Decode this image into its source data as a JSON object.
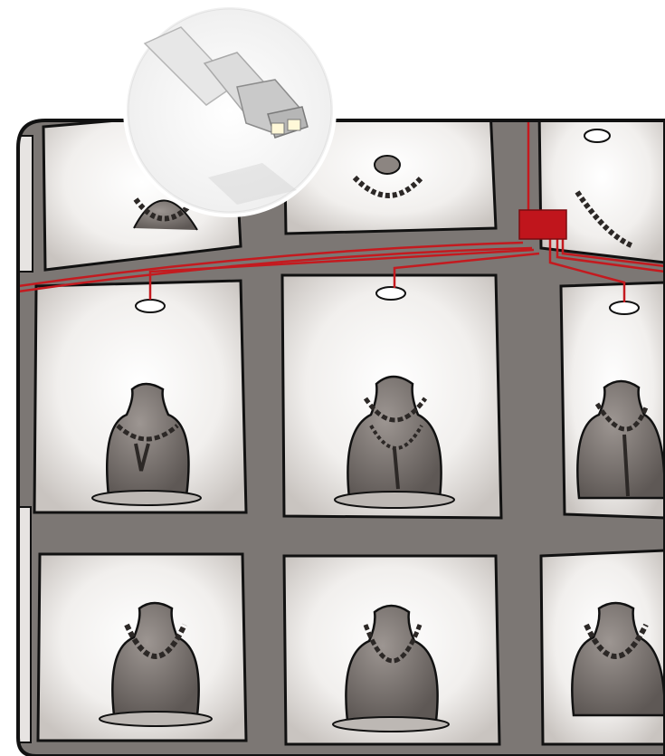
{
  "illustration": {
    "subject": "jewelry-display-niches-with-recessed-spotlights",
    "inset_subject": "led-spot-fixture-closeup",
    "niche_rows": 3,
    "colors": {
      "frame": "#7c7774",
      "frame_dark": "#4c4846",
      "niche_wall": "#f2f0ee",
      "niche_shadow": "#b9b4b0",
      "bust": "#8c8581",
      "bust_dark": "#4a4543",
      "necklace": "#2c2826",
      "wiring": "#c41a1f",
      "driver_box": "#c0151c",
      "outline": "#111111",
      "inset_bg": "#ffffff"
    }
  }
}
